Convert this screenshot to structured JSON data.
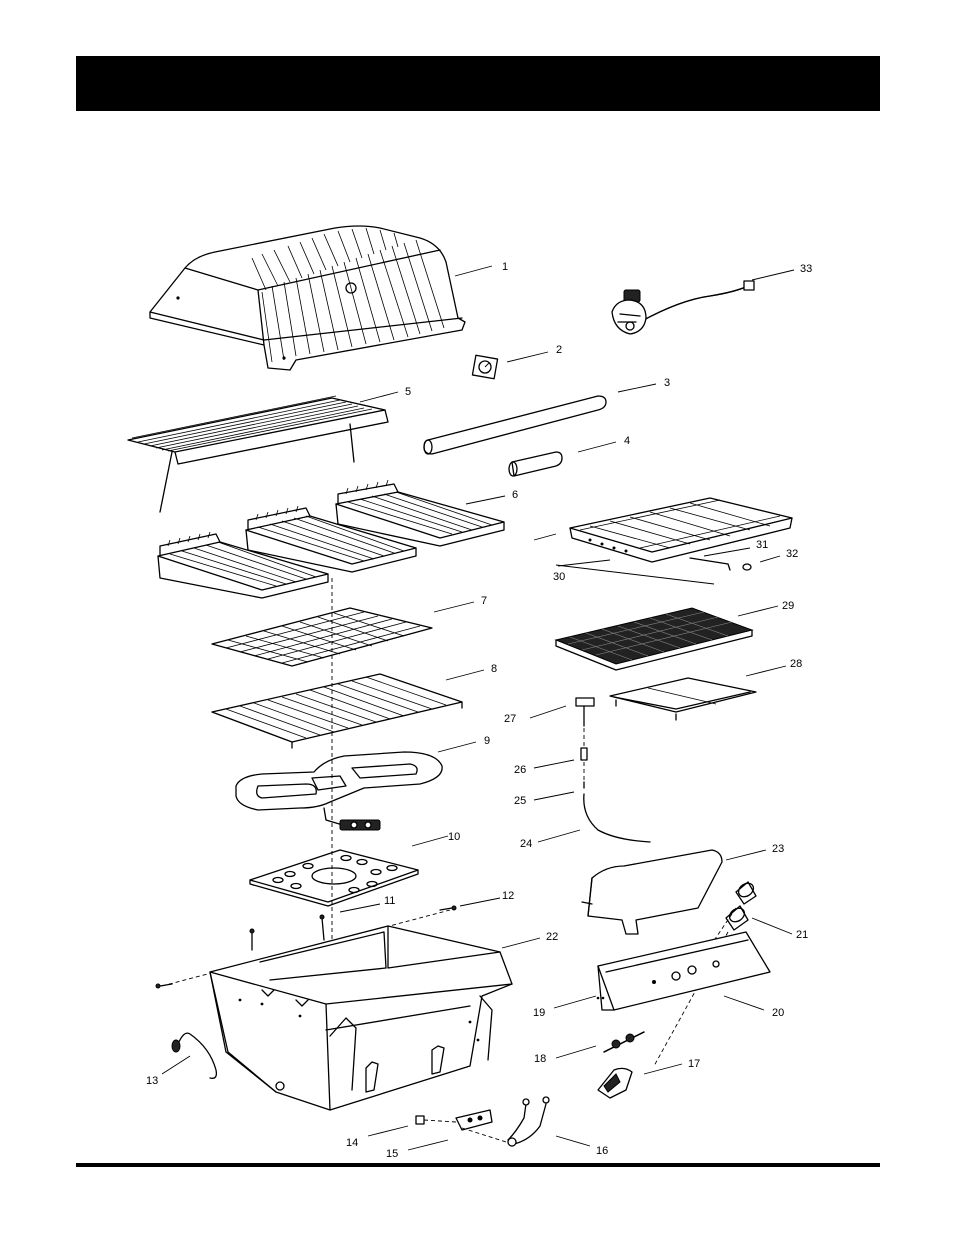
{
  "diagram": {
    "labels": [
      "1",
      "2",
      "3",
      "4",
      "5",
      "6",
      "7",
      "8",
      "9",
      "10",
      "11",
      "12",
      "13",
      "14",
      "15",
      "16",
      "17",
      "18",
      "19",
      "20",
      "21",
      "22",
      "23",
      "24",
      "25",
      "26",
      "27",
      "28",
      "29",
      "30",
      "31",
      "32",
      "33"
    ]
  }
}
